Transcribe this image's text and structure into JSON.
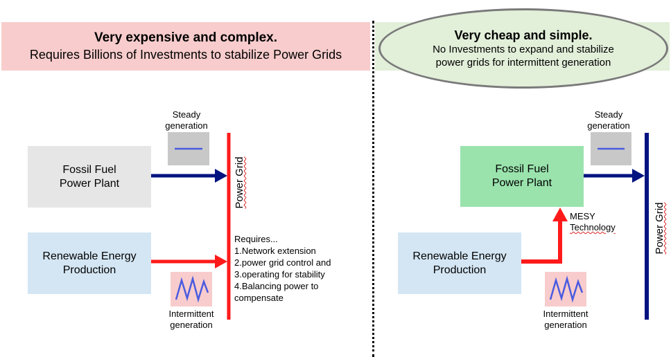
{
  "left": {
    "banner_title": "Very expensive and complex.",
    "banner_subtitle": "Requires Billions of Investments to stabilize Power Grids",
    "steady_label": [
      "Steady",
      "generation"
    ],
    "fossil_label": [
      "Fossil Fuel",
      "Power Plant"
    ],
    "renewable_label": [
      "Renewable Energy",
      "Production"
    ],
    "intermittent_label": [
      "Intermittent",
      "generation"
    ],
    "grid_label": "Power Grid",
    "requires_title": "Requires...",
    "requires_items": [
      "1.Network extension",
      "2.power grid control and",
      "3.operating for stability",
      "4.Balancing power to",
      "compensate"
    ]
  },
  "right": {
    "banner_title": "Very cheap and simple.",
    "banner_subtitle": [
      "No Investments to expand and stabilize",
      "power grids for intermittent generation"
    ],
    "steady_label": [
      "Steady",
      "generation"
    ],
    "fossil_label": [
      "Fossil Fuel",
      "Power Plant"
    ],
    "renewable_label": [
      "Renewable Energy",
      "Production"
    ],
    "intermittent_label": [
      "Intermittent",
      "generation"
    ],
    "grid_label": "Power Grid",
    "mesy_label": [
      "MESY",
      "Technology"
    ]
  },
  "colors": {
    "red": "#ff1a1a",
    "navy": "#001380",
    "steady_line": "#4a5be0",
    "wave": "#4a5be0",
    "divider": "#000000"
  },
  "icons": [
    "steady-line-icon",
    "intermittent-wave-icon"
  ]
}
